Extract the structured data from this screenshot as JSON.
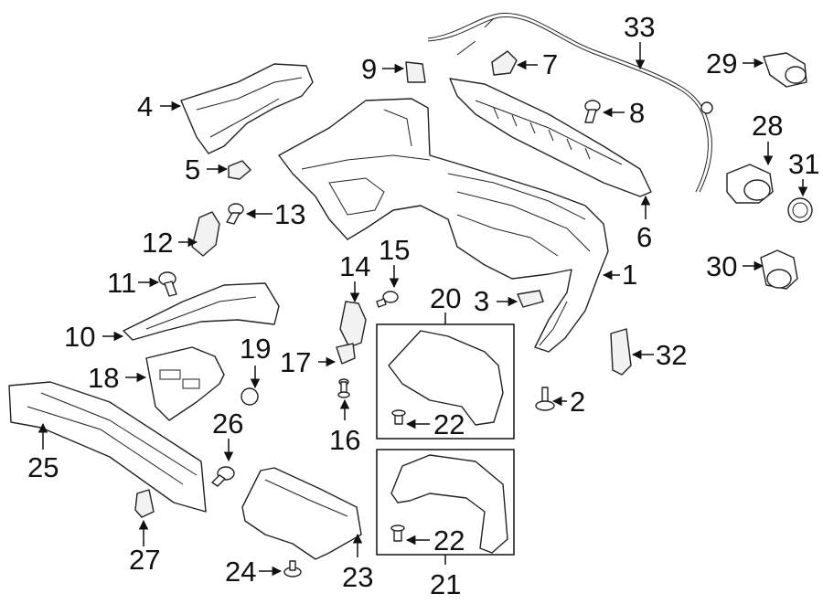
{
  "callouts": {
    "c1": "1",
    "c2": "2",
    "c3": "3",
    "c4": "4",
    "c5": "5",
    "c6": "6",
    "c7": "7",
    "c8": "8",
    "c9": "9",
    "c10": "10",
    "c11": "11",
    "c12": "12",
    "c13": "13",
    "c14": "14",
    "c15": "15",
    "c16": "16",
    "c17": "17",
    "c18": "18",
    "c19": "19",
    "c20": "20",
    "c21": "21",
    "c22a": "22",
    "c22b": "22",
    "c23": "23",
    "c24": "24",
    "c25": "25",
    "c26": "26",
    "c27": "27",
    "c28": "28",
    "c29": "29",
    "c30": "30",
    "c31": "31",
    "c32": "32",
    "c33": "33"
  },
  "colors": {
    "line": "#222222",
    "background": "#ffffff"
  }
}
